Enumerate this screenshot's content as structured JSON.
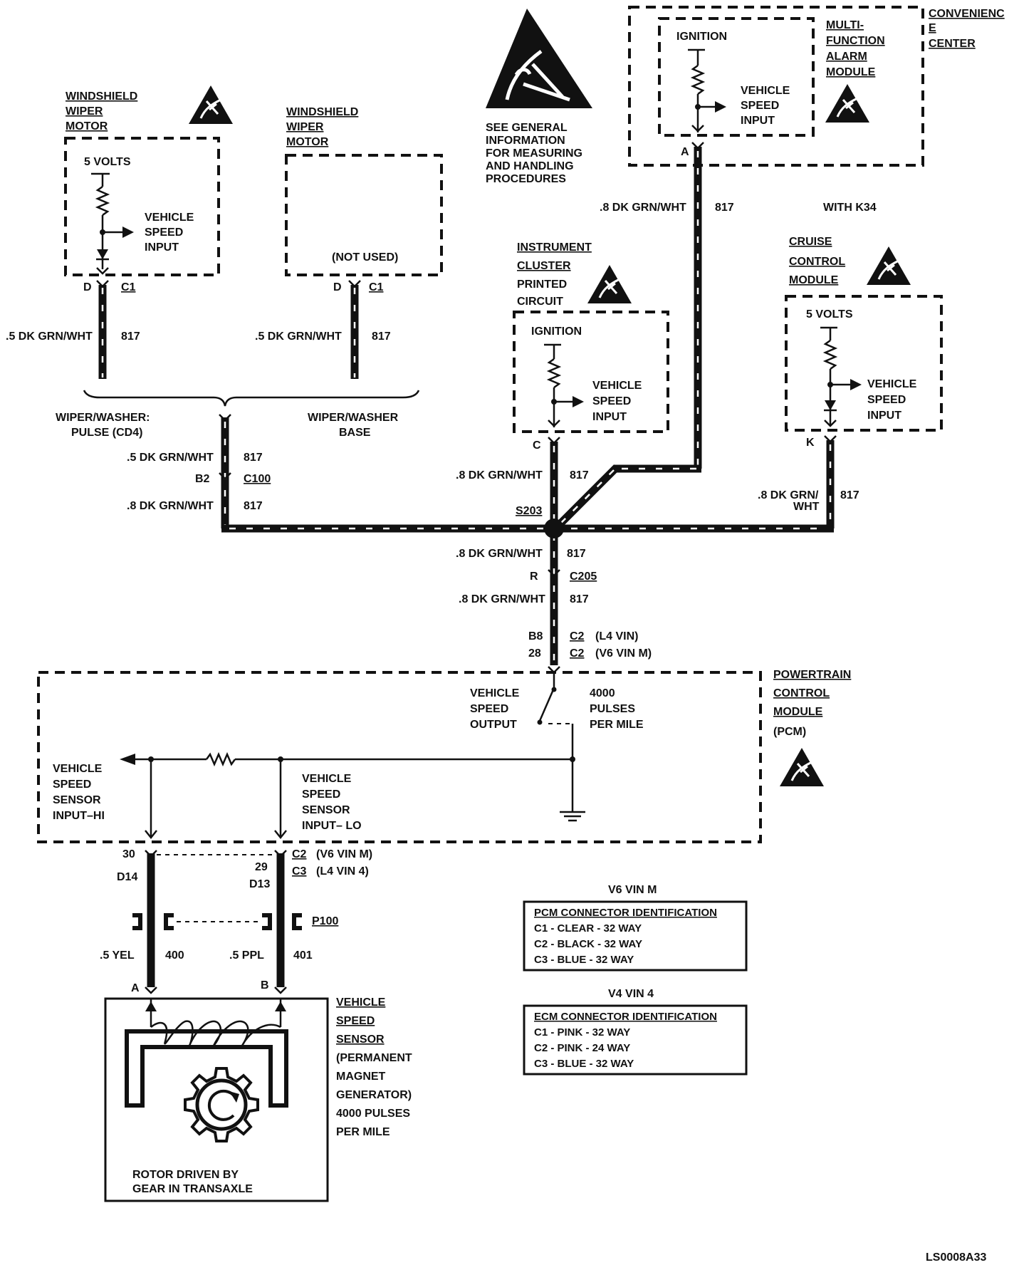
{
  "general_info": {
    "lines": [
      "SEE GENERAL",
      "INFORMATION",
      "FOR MEASURING",
      "AND HANDLING",
      "PROCEDURES"
    ]
  },
  "wiper_motor_pulse": {
    "title_lines": [
      "WINDSHIELD",
      "WIPER",
      "MOTOR"
    ],
    "supply": "5 VOLTS",
    "input_lines": [
      "VEHICLE",
      "SPEED",
      "INPUT"
    ],
    "pin": "D",
    "connector": "C1",
    "wire_gauge": ".5 DK GRN/WHT",
    "circuit": "817"
  },
  "wiper_motor_base": {
    "title_lines": [
      "WINDSHIELD",
      "WIPER",
      "MOTOR"
    ],
    "note": "(NOT USED)",
    "pin": "D",
    "connector": "C1",
    "wire_gauge": ".5 DK GRN/WHT",
    "circuit": "817"
  },
  "option_labels": {
    "pulse_lines": [
      "WIPER/WASHER:",
      "PULSE (CD4)"
    ],
    "base_lines": [
      "WIPER/WASHER",
      "BASE"
    ]
  },
  "c100_section": {
    "upper_gauge": ".5 DK GRN/WHT",
    "upper_circuit": "817",
    "pin": "B2",
    "connector": "C100",
    "lower_gauge": ".8 DK GRN/WHT",
    "lower_circuit": "817"
  },
  "convenience_center": {
    "title_lines": [
      "CONVENIENC",
      "E",
      "CENTER"
    ],
    "module_lines": [
      "MULTI-",
      "FUNCTION",
      "ALARM",
      "MODULE"
    ],
    "ignition": "IGNITION",
    "input_lines": [
      "VEHICLE",
      "SPEED",
      "INPUT"
    ],
    "pin": "A",
    "wire_gauge": ".8 DK GRN/WHT",
    "circuit": "817"
  },
  "with_k34": "WITH K34",
  "instrument_cluster": {
    "title_lines": [
      "INSTRUMENT",
      "CLUSTER",
      "PRINTED",
      "CIRCUIT"
    ],
    "ignition": "IGNITION",
    "input_lines": [
      "VEHICLE",
      "SPEED",
      "INPUT"
    ],
    "pin": "C",
    "wire_gauge": ".8 DK GRN/WHT",
    "circuit": "817"
  },
  "cruise_control": {
    "title_lines": [
      "CRUISE",
      "CONTROL",
      "MODULE"
    ],
    "supply": "5 VOLTS",
    "input_lines": [
      "VEHICLE",
      "SPEED",
      "INPUT"
    ],
    "pin": "K",
    "wire_gauge_lines": [
      ".8 DK GRN/",
      "WHT"
    ],
    "circuit": "817"
  },
  "splice": {
    "id": "S203"
  },
  "c205_section": {
    "upper_gauge": ".8 DK GRN/WHT",
    "upper_circuit": "817",
    "pin": "R",
    "connector": "C205",
    "lower_gauge": ".8 DK GRN/WHT",
    "lower_circuit": "817",
    "pin_l4": "B8",
    "conn_l4": "C2",
    "variant_l4": "(L4 VIN)",
    "pin_v6": "28",
    "conn_v6": "C2",
    "variant_v6": "(V6  VIN M)"
  },
  "pcm": {
    "title_lines": [
      "POWERTRAIN",
      "CONTROL",
      "MODULE",
      "(PCM)"
    ],
    "output_lines": [
      "VEHICLE",
      "SPEED",
      "OUTPUT"
    ],
    "pulses_lines": [
      "4000",
      "PULSES",
      "PER MILE"
    ],
    "input_hi_lines": [
      "VEHICLE",
      "SPEED",
      "SENSOR",
      "INPUT–HI"
    ],
    "input_lo_lines": [
      "VEHICLE",
      "SPEED",
      "SENSOR",
      "INPUT– LO"
    ]
  },
  "sensor_circuit": {
    "pin_a_pcm": "30",
    "pin_a_alt": "D14",
    "pin_b_pcm": "29",
    "pin_b_alt": "D13",
    "conn_v6": "C2",
    "variant_v6": "(V6 VIN M)",
    "conn_l4": "C3",
    "variant_l4": "(L4 VIN 4)",
    "connector": "P100",
    "wire_a_gauge": ".5 YEL",
    "wire_a_circuit": "400",
    "wire_b_gauge": ".5 PPL",
    "wire_b_circuit": "401",
    "sensor_pin_a": "A",
    "sensor_pin_b": "B"
  },
  "vss": {
    "title_lines": [
      "VEHICLE",
      "SPEED",
      "SENSOR"
    ],
    "desc_lines": [
      "(PERMANENT",
      "MAGNET",
      "GENERATOR)",
      "4000 PULSES",
      "PER MILE"
    ],
    "rotor_lines": [
      "ROTOR DRIVEN BY",
      "GEAR IN TRANSAXLE"
    ]
  },
  "tables": [
    {
      "heading": "V6 VIN M",
      "title": "PCM CONNECTOR IDENTIFICATION",
      "rows": [
        "C1 - CLEAR - 32 WAY",
        "C2 - BLACK - 32 WAY",
        "C3 - BLUE - 32 WAY"
      ]
    },
    {
      "heading": "V4 VIN 4",
      "title": "ECM CONNECTOR IDENTIFICATION",
      "rows": [
        "C1 - PINK - 32 WAY",
        "C2 - PINK - 24 WAY",
        "C3 - BLUE - 32 WAY"
      ]
    }
  ],
  "figure_id": "LS0008A33"
}
